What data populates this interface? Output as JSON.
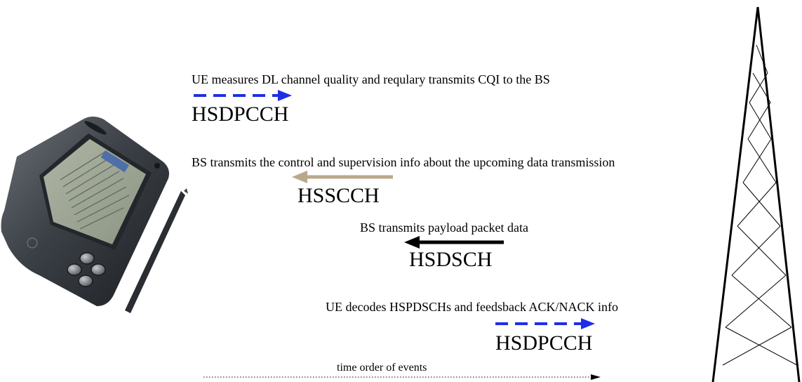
{
  "events": [
    {
      "description": "UE measures DL channel quality and requlary transmits CQI to the BS",
      "channel": "HSDPCCH",
      "direction": "uplink",
      "line_style": "dashed",
      "color": "#1f2ee6"
    },
    {
      "description": "BS transmits the control and supervision info about the upcoming data transmission",
      "channel": "HSSCCH",
      "direction": "downlink",
      "line_style": "solid",
      "color": "#b9a98b"
    },
    {
      "description": "BS transmits payload packet data",
      "channel": "HSDSCH",
      "direction": "downlink",
      "line_style": "solid",
      "color": "#000000"
    },
    {
      "description": "UE decodes HSPDSCHs and feedsback ACK/NACK info",
      "channel": "HSDPCCH",
      "direction": "uplink",
      "line_style": "dashed",
      "color": "#1f2ee6"
    }
  ],
  "timeline": {
    "label": "time order of events",
    "line_style": "dotted"
  },
  "left_node": {
    "icon": "pda-handheld-icon"
  },
  "right_node": {
    "icon": "lattice-tower-icon"
  }
}
